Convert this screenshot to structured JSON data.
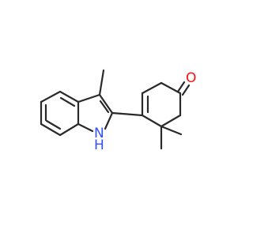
{
  "molecule": {
    "atoms": {
      "oxygen": {
        "symbol": "O",
        "color": "#ff0d0d"
      },
      "nitrogen": {
        "symbol": "N",
        "color": "#3050f8"
      },
      "hydrogen": {
        "symbol": "H",
        "color": "#3050f8"
      }
    },
    "bond_color": "#2a2a2a",
    "background": "#ffffff"
  }
}
